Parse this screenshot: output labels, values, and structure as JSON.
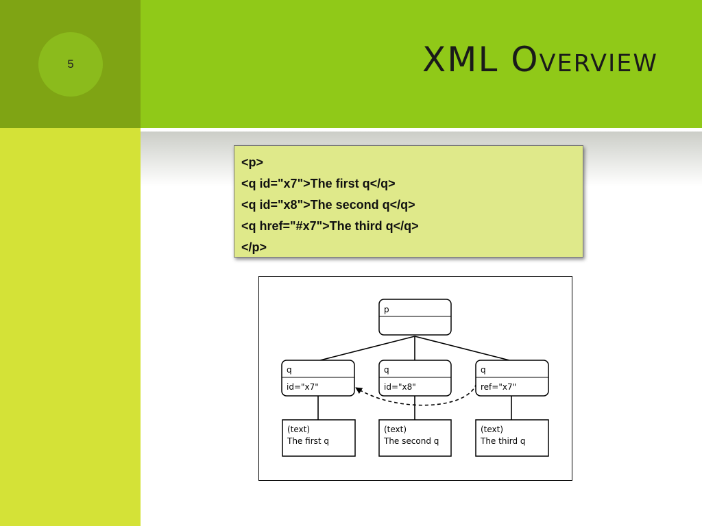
{
  "slide": {
    "number": "5",
    "title": "XML Overview"
  },
  "code": {
    "lines": [
      "<p>",
      "<q id=\"x7\">The first q</q>",
      "<q id=\"x8\">The second q</q>",
      "<q href=\"#x7\">The third q</q>",
      "</p>"
    ]
  },
  "diagram": {
    "root": {
      "name": "p"
    },
    "q1": {
      "name": "q",
      "attr": "id=\"x7\"",
      "text_type": "(text)",
      "text_value": "The first q"
    },
    "q2": {
      "name": "q",
      "attr": "id=\"x8\"",
      "text_type": "(text)",
      "text_value": "The second q"
    },
    "q3": {
      "name": "q",
      "attr": "ref=\"x7\"",
      "text_type": "(text)",
      "text_value": "The third q"
    }
  }
}
